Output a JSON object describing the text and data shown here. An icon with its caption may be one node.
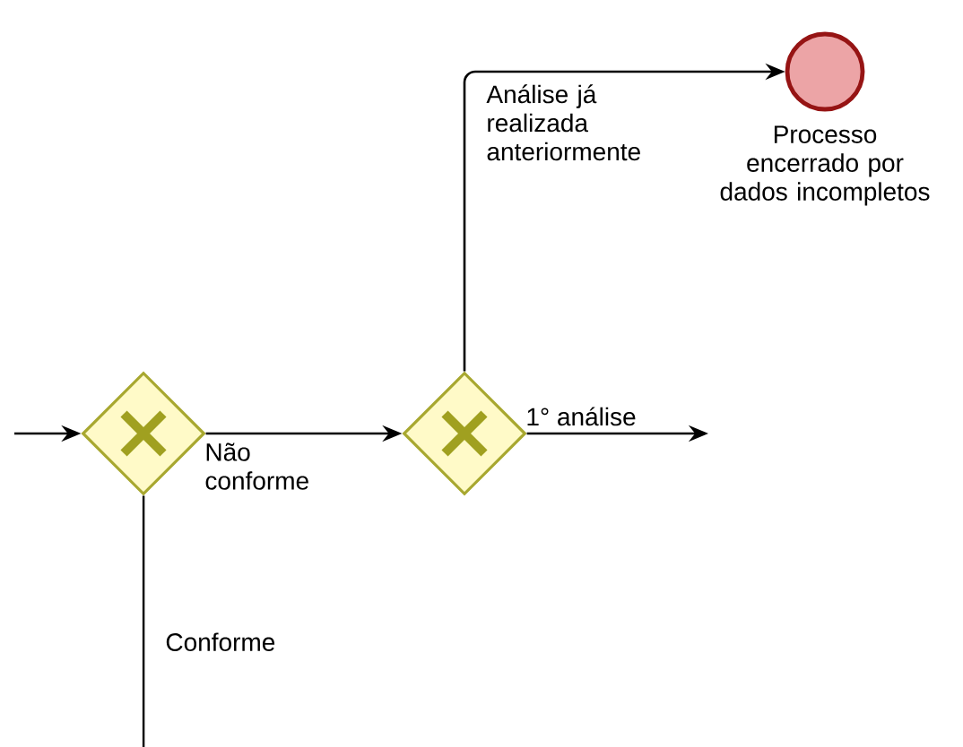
{
  "diagram": {
    "nodes": [
      {
        "text": [],
        "shape": "diamond"
      },
      {
        "text": [],
        "shape": "diamond"
      },
      {
        "text": [],
        "shape": "circle",
        "beside": [
          "Processo encerrado por dados incompletos"
        ]
      }
    ],
    "edges": [
      {
        "from": null,
        "to": 0,
        "arrow": "to"
      },
      {
        "from": 0,
        "to": 1,
        "arrow": "to",
        "label": "Não conforme"
      },
      {
        "from": 1,
        "to": 2,
        "arrow": "to",
        "label": "Análise já realizada anteriormente"
      },
      {
        "from": 1,
        "to": null,
        "arrow": "to",
        "label": "1° análise"
      },
      {
        "from": 0,
        "to": null,
        "arrow": "none",
        "label": "Conforme"
      }
    ]
  }
}
